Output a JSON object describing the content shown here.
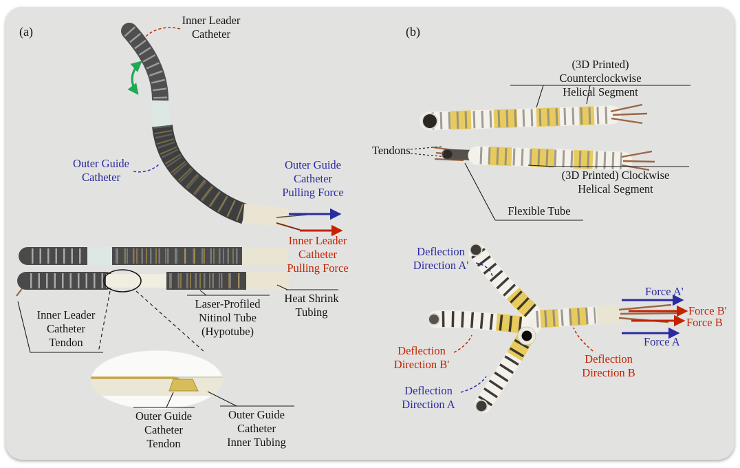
{
  "figure": {
    "panel_a": {
      "label": "(a)",
      "inner_leader_catheter": "Inner Leader\nCatheter",
      "outer_guide_catheter": "Outer Guide\nCatheter",
      "outer_guide_pulling_force": "Outer Guide\nCatheter\nPulling Force",
      "inner_leader_pulling_force": "Inner Leader\nCatheter\nPulling Force",
      "inner_leader_tendon": "Inner Leader\nCatheter\nTendon",
      "laser_profiled_nitinol": "Laser-Profiled\nNitinol Tube\n(Hypotube)",
      "heat_shrink_tubing": "Heat Shrink\nTubing",
      "outer_guide_tendon": "Outer Guide\nCatheter\nTendon",
      "outer_guide_inner_tubing": "Outer Guide\nCatheter\nInner Tubing"
    },
    "panel_b": {
      "label": "(b)",
      "ccw_helical_segment": "(3D Printed) Counterclockwise\nHelical Segment",
      "cw_helical_segment": "(3D Printed) Clockwise\nHelical Segment",
      "tendons": "Tendons",
      "flexible_tube": "Flexible Tube",
      "deflection_a_prime": "Deflection\nDirection A'",
      "deflection_b_prime": "Deflection\nDirection B'",
      "deflection_b": "Deflection\nDirection B",
      "deflection_a": "Deflection\nDirection A",
      "force_a_prime": "Force A'",
      "force_b_prime": "Force B'",
      "force_b": "Force B",
      "force_a": "Force A"
    },
    "colors": {
      "background": "#e2e2e1",
      "blue": "#2b2ba0",
      "red": "#c32300",
      "green": "#1fa954",
      "yellow": "#e8cb5e",
      "tendon_brown": "#9a6644",
      "tube_dark": "#4a4a4a",
      "tube_cream": "#eae5d2"
    }
  }
}
